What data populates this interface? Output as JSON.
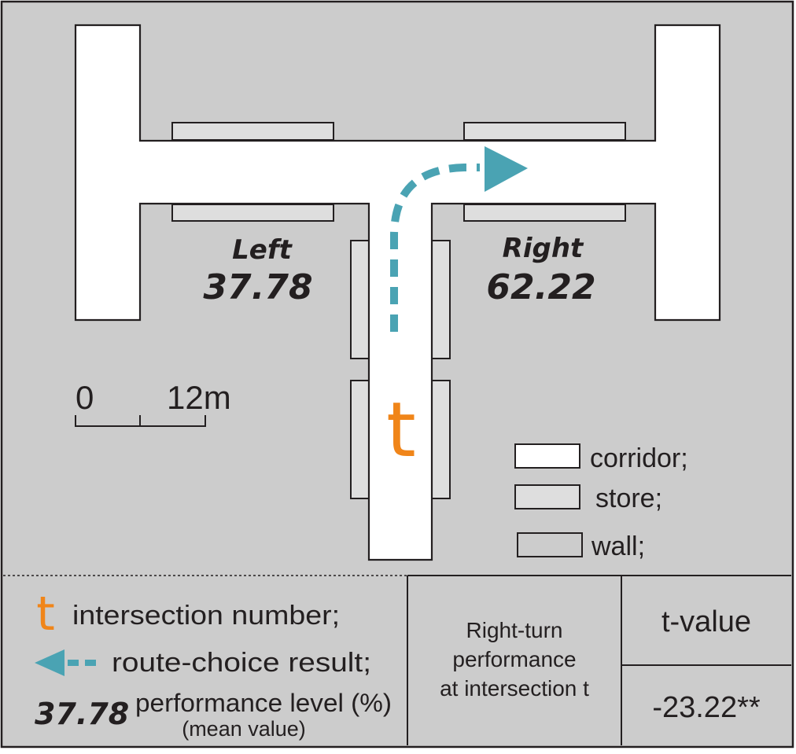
{
  "map": {
    "left": {
      "label": "Left",
      "value": "37.78"
    },
    "right": {
      "label": "Right",
      "value": "62.22"
    },
    "intersection_char": "t",
    "scale": {
      "start": "0",
      "end": "12m"
    }
  },
  "legend": {
    "items": [
      {
        "label": "corridor;"
      },
      {
        "label": "store;"
      },
      {
        "label": "wall;"
      }
    ]
  },
  "key": {
    "t_char": "t",
    "intersection_label": "intersection number;",
    "route_label": "route-choice result;",
    "sample_value": "37.78",
    "performance_label": "performance level (%)",
    "performance_sub": "(mean value)"
  },
  "table": {
    "row_label_lines": [
      "Right-turn",
      "performance",
      "at intersection t"
    ],
    "header": "t-value",
    "value": "-23.22**"
  },
  "colors": {
    "background": "#cccccc",
    "corridor": "#ffffff",
    "store": "#dedede",
    "route": "#4aa3b3",
    "intersection": "#f08519",
    "ink": "#231f20"
  }
}
